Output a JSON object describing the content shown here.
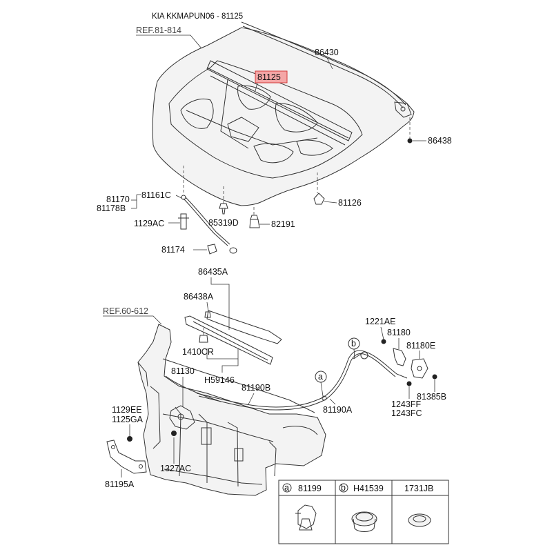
{
  "header": {
    "title": "KIA KKMAPUN06 - 81125"
  },
  "refs": {
    "hood": "REF.81-814",
    "panel": "REF.60-612"
  },
  "highlight": {
    "label": "81125",
    "color": "#f4a6a6",
    "border": "#d33a3a"
  },
  "labels": {
    "p86430": "86430",
    "p86438_top": "86438",
    "p81126": "81126",
    "p82191": "82191",
    "p85319D": "85319D",
    "p81161C": "81161C",
    "p81170": "81170",
    "p81178B": "81178B",
    "p1129AC": "1129AC",
    "p81174": "81174",
    "p86435A": "86435A",
    "p86438A": "86438A",
    "p1410CR": "1410CR",
    "pH59146": "H59146",
    "p81130": "81130",
    "p81190B": "81190B",
    "p81190A": "81190A",
    "p1221AE": "1221AE",
    "p81180": "81180",
    "p81180E": "81180E",
    "p81385B": "81385B",
    "p1243FF": "1243FF",
    "p1243FC": "1243FC",
    "p1129EE": "1129EE",
    "p1125GA": "1125GA",
    "p1327AC": "1327AC",
    "p81195A": "81195A",
    "circ_a": "a",
    "circ_b": "b"
  },
  "legend": {
    "cells": [
      {
        "letter": "a",
        "code": "81199"
      },
      {
        "letter": "b",
        "code": "H41539"
      },
      {
        "letter": "",
        "code": "1731JB"
      }
    ]
  }
}
